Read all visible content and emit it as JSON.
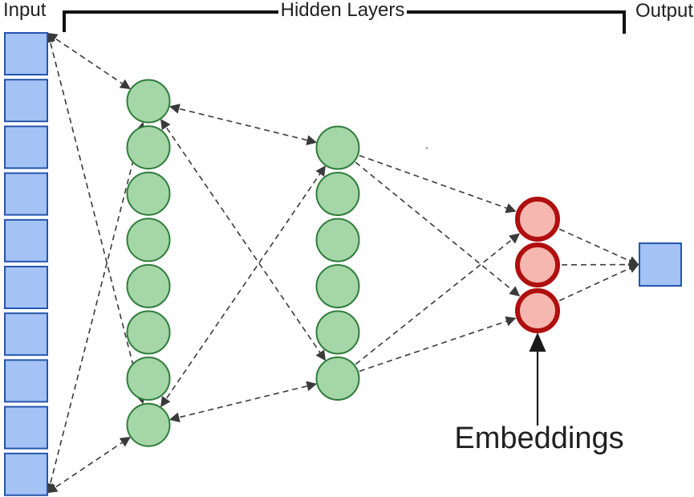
{
  "labels": {
    "input": "Input",
    "hidden": "Hidden Layers",
    "output": "Output",
    "embeddings": "Embeddings"
  },
  "colors": {
    "input_fill": "#a4c2f4",
    "input_border": "#2456ad",
    "hidden_fill": "#a5d6a7",
    "hidden_border": "#2f7d3b",
    "embedding_fill": "#f5b7af",
    "embedding_border": "#b00f0f",
    "line": "#3a3a3a",
    "bracket": "#111111",
    "arrow": "#1a1a1a",
    "text": "#212121"
  },
  "network": {
    "input_nodes": 10,
    "hidden_layer_1_nodes": 8,
    "hidden_layer_2_nodes": 6,
    "embedding_nodes": 3,
    "output_nodes": 1
  },
  "connections": [
    {
      "from": "input-corner-top",
      "to": "hidden1-top",
      "arrows": "both"
    },
    {
      "from": "input-corner-top",
      "to": "hidden1-bottom",
      "arrows": "both"
    },
    {
      "from": "input-corner-bottom",
      "to": "hidden1-top",
      "arrows": "both"
    },
    {
      "from": "input-corner-bottom",
      "to": "hidden1-bottom",
      "arrows": "both"
    },
    {
      "from": "hidden1-top",
      "to": "hidden2-top",
      "arrows": "both"
    },
    {
      "from": "hidden1-top",
      "to": "hidden2-bottom",
      "arrows": "both"
    },
    {
      "from": "hidden1-bottom",
      "to": "hidden2-top",
      "arrows": "both"
    },
    {
      "from": "hidden1-bottom",
      "to": "hidden2-bottom",
      "arrows": "both"
    },
    {
      "from": "hidden2-top",
      "to": "embedding-1",
      "arrows": "end"
    },
    {
      "from": "hidden2-top",
      "to": "embedding-3",
      "arrows": "end"
    },
    {
      "from": "hidden2-bottom",
      "to": "embedding-1",
      "arrows": "end"
    },
    {
      "from": "hidden2-bottom",
      "to": "embedding-3",
      "arrows": "end"
    },
    {
      "from": "embedding-1",
      "to": "output",
      "arrows": "end"
    },
    {
      "from": "embedding-2",
      "to": "output",
      "arrows": "end"
    },
    {
      "from": "embedding-3",
      "to": "output",
      "arrows": "end"
    }
  ]
}
